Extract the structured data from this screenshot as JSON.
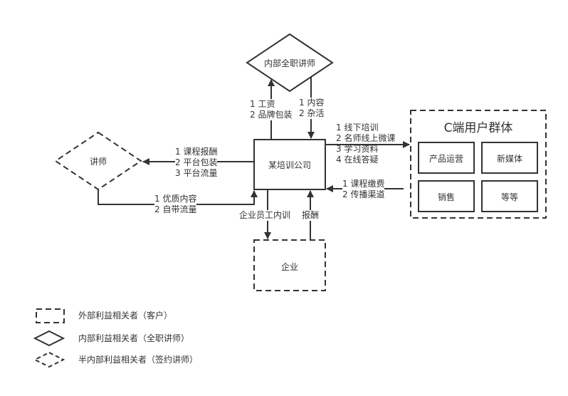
{
  "nodes": {
    "internal_lecturer": "内部全职讲师",
    "company": "某培训公司",
    "lecturer": "讲师",
    "enterprise": "企业",
    "c_users": {
      "title": "C端用户群体",
      "items": [
        "产品运营",
        "新媒体",
        "销售",
        "等等"
      ]
    }
  },
  "edges": {
    "company_to_internal": [
      "1 工资",
      "2 品牌包装"
    ],
    "internal_to_company": [
      "1 内容",
      "2 杂活"
    ],
    "company_to_lecturer": [
      "1 课程报酬",
      "2 平台包装",
      "3 平台流量"
    ],
    "lecturer_to_company": [
      "1 优质内容",
      "2 自带流量"
    ],
    "company_to_cusers": [
      "1 线下培训",
      "2 名师线上微课",
      "3 学习资料",
      "4 在线答疑"
    ],
    "cusers_to_company": [
      "1 课程缴费",
      "2 传播渠道"
    ],
    "company_to_enterprise": "企业员工内训",
    "enterprise_to_company": "报酬"
  },
  "legend": [
    {
      "shape": "dashed-rect",
      "label": "外部利益相关者（客户）"
    },
    {
      "shape": "solid-diamond",
      "label": "内部利益相关者（全职讲师）"
    },
    {
      "shape": "dashed-diamond",
      "label": "半内部利益相关者（签约讲师）"
    }
  ],
  "colors": {
    "stroke": "#333333",
    "background": "#ffffff"
  }
}
